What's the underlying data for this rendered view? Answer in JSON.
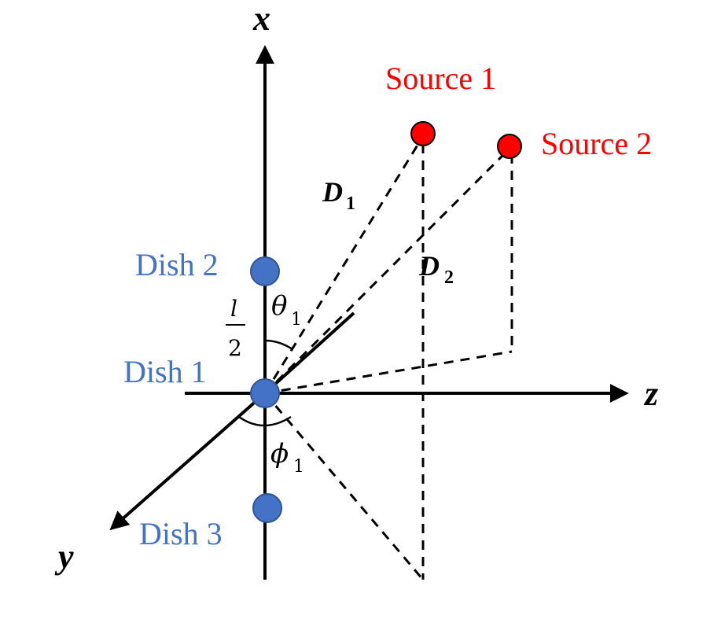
{
  "axes": {
    "x": "x",
    "y": "y",
    "z": "z"
  },
  "dishes": {
    "dish1": "Dish 1",
    "dish2": "Dish 2",
    "dish3": "Dish 3"
  },
  "sources": {
    "source1": "Source 1",
    "source2": "Source 2"
  },
  "distances": {
    "d1_main": "D",
    "d1_sub": "1",
    "d2_main": "D",
    "d2_sub": "2"
  },
  "angles": {
    "theta_main": "θ",
    "theta_sub": "1",
    "phi_main": "ϕ",
    "phi_sub": "1"
  },
  "spacing": {
    "numerator": "l",
    "denominator": "2"
  },
  "colors": {
    "dish": "#4472c4",
    "source": "#ff0000",
    "label_blue": "#4472c4",
    "label_red": "#ff0000"
  }
}
